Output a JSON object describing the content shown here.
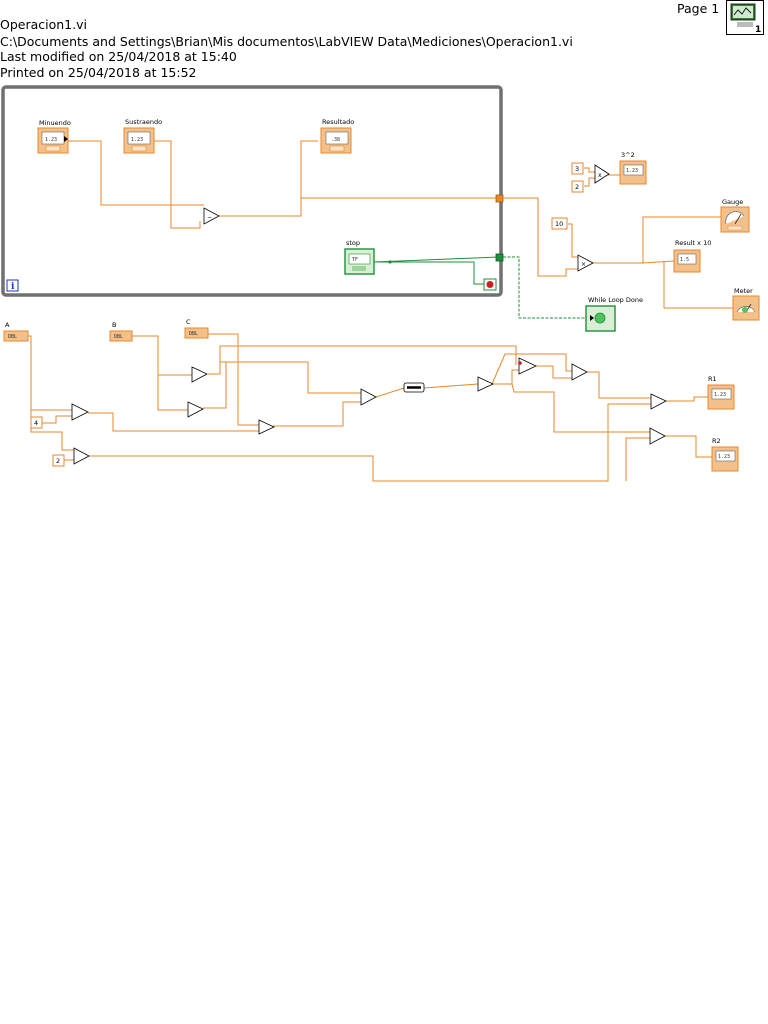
{
  "header": {
    "title": "Operacion1.vi",
    "path": "C:\\Documents and Settings\\Brian\\Mis documentos\\LabVIEW Data\\Mediciones\\Operacion1.vi",
    "modified": "Last modified on 25/04/2018 at 15:40",
    "printed": "Printed on 25/04/2018 at 15:52",
    "page": "Page 1",
    "vi_icon_number": "1"
  },
  "loop": {
    "iteration_glyph": "i"
  },
  "terminals": {
    "minuendo": "Minuendo",
    "sustraendo": "Sustraendo",
    "resultado": "Resultado",
    "stop": "stop",
    "three_sq": "3^2",
    "gauge": "Gauge",
    "result_x10": "Result x 10",
    "meter": "Meter",
    "loop_done": "While Loop Done",
    "a": "A",
    "b": "B",
    "c": "C",
    "r1": "R1",
    "r2": "R2"
  },
  "constants": {
    "three": "3",
    "two_a": "2",
    "ten": "10",
    "four": "4",
    "two_b": "2"
  },
  "glyphs": {
    "dbl": "DBL",
    "tf": "TF",
    "val_a": "1.23",
    "val_b": ".38",
    "val_c": "1.5"
  },
  "colors": {
    "wire_numeric": "#e8872b",
    "wire_bool": "#1e8f3a",
    "loop_border": "#6e6e6e",
    "terminal_fill": "#fbe3c8",
    "bool_fill": "#d9efd5"
  }
}
